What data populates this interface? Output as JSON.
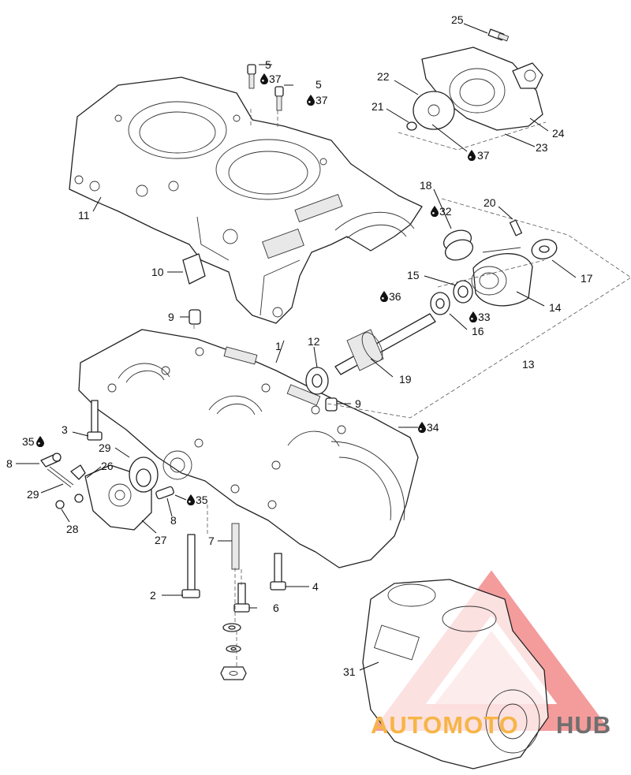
{
  "diagram": {
    "callouts": {
      "n1": "1",
      "n2": "2",
      "n3": "3",
      "n4": "4",
      "n5a": "5",
      "n5b": "5",
      "n6": "6",
      "n7": "7",
      "n8a": "8",
      "n8b": "8",
      "n9a": "9",
      "n9b": "9",
      "n10": "10",
      "n11": "11",
      "n12": "12",
      "n13": "13",
      "n14": "14",
      "n15": "15",
      "n16": "16",
      "n17": "17",
      "n18": "18",
      "n19": "19",
      "n20": "20",
      "n21": "21",
      "n22": "22",
      "n23": "23",
      "n24": "24",
      "n25": "25",
      "n26": "26",
      "n27": "27",
      "n28": "28",
      "n29a": "29",
      "n29b": "29",
      "n31": "31",
      "n32": "32",
      "n33": "33",
      "n34": "34",
      "n35a": "35",
      "n35b": "35",
      "n36": "36",
      "n37a": "37",
      "n37b": "37",
      "n37c": "37"
    },
    "lubricant_icon": "oil-drop-icon"
  },
  "watermark": {
    "word_a": "AUTOMOTO",
    "word_b": "HUB",
    "colors": {
      "triangle": "#f28b8b",
      "word_a": "#f6b547",
      "word_b": "#6f6f6f"
    }
  }
}
